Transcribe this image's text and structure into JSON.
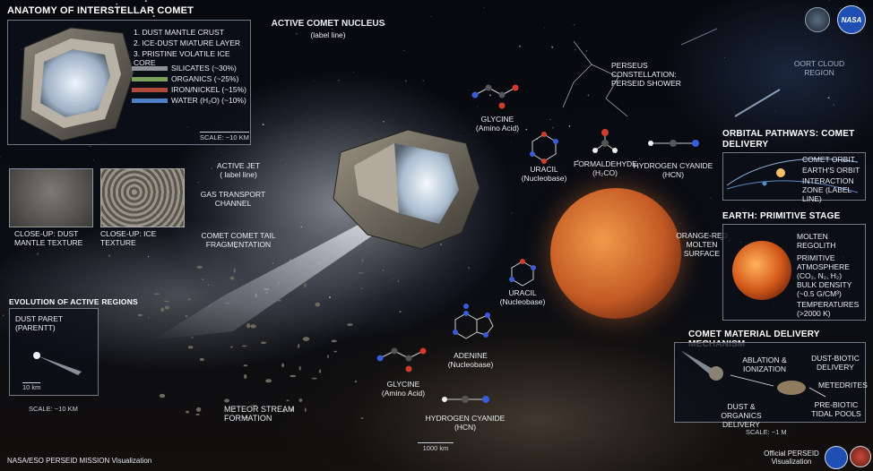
{
  "title": "ANATOMY OF INTERSTELLAR COMET",
  "anatomy": {
    "layers": [
      "1. DUST MANTLE CRUST",
      "2. ICE-DUST MIATURE LAYER",
      "3. PRISTINE VOLATILE ICE CORE"
    ],
    "composition": [
      {
        "label": "SILICATES (~30%)",
        "color": "#8f9297",
        "fraction": 0.3
      },
      {
        "label": "ORGANICS (~25%)",
        "color": "#7aa05a",
        "fraction": 0.25
      },
      {
        "label": "IRON/NICKEL (~15%)",
        "color": "#b04a3a",
        "fraction": 0.15
      },
      {
        "label": "WATER (H₂O) (~10%)",
        "color": "#4f7fc4",
        "fraction": 0.1
      }
    ],
    "scale": "SCALE: ~10 KM",
    "closeup_dust": "CLOSE-UP: DUST MANTLE TEXTURE",
    "closeup_ice": "CLOSE-UP: ICE TEXTURE"
  },
  "nucleus": {
    "title": "ACTIVE COMET NUCLEUS",
    "subtitle": "(label line)",
    "active_jet": "ACTIVE JET",
    "active_jet_sub": "( label line)",
    "gas_transport": "GAS TRANSPORT CHANNEL",
    "tail_fragmentation": "COMET COMET TAIL FRAGMENTATION",
    "meteor_stream": "METEOR STREAM FORMATION"
  },
  "evolution": {
    "title": "EVOLUTION OF ACTIVE REGIONS",
    "dust_parent": "DUST PARET (PARENTT)",
    "inner_scale": "10 km",
    "scale": "SCALE: ~10 KM"
  },
  "molecules": [
    {
      "name": "GLYCINE",
      "sub": "(Amino Acid)",
      "key": "glycine1"
    },
    {
      "name": "URACIL",
      "sub": "(Nucleobase)",
      "key": "uracil1"
    },
    {
      "name": "FORMALDEHYDE",
      "sub": "(H₂CO)",
      "key": "formaldehyde"
    },
    {
      "name": "HYDROGEN CYANIDE",
      "sub": "(HCN)",
      "key": "hcn1"
    },
    {
      "name": "URACIL",
      "sub": "(Nucleobase)",
      "key": "uracil2"
    },
    {
      "name": "ADENINE",
      "sub": "(Nucleobase)",
      "key": "adenine"
    },
    {
      "name": "GLYCINE",
      "sub": "(Amino Acid)",
      "key": "glycine2"
    },
    {
      "name": "HYDROGEN CYANIDE",
      "sub": "(HCN)",
      "key": "hcn2"
    }
  ],
  "sky": {
    "perseus": "PERSEUS CONSTELLATION: PERSEID SHOWER",
    "oort": "OORT CLOUD REGION"
  },
  "planet": {
    "surface_label": "ORANGE-RED MOLTEN SURFACE",
    "scale_bar": "1000 km"
  },
  "orbital": {
    "title": "ORBITAL PATHWAYS: COMET DELIVERY",
    "comet_orbit": "COMET ORBIT",
    "earth_orbit": "EARTH'S ORBIT",
    "interaction": "INTERACTION ZONE (label line)"
  },
  "earth": {
    "title": "EARTH: PRIMITIVE STAGE",
    "molten": "MOLTEN REGOLITH",
    "atmosphere": "PRIMITIVE ATMOSPHERE (CO₂, N₂, H₂)",
    "density": "BULK DENSITY (~0.5 g/cm³)",
    "temperature": "TEMPERATURES (>2000 K)"
  },
  "delivery": {
    "title": "COMET MATERIAL DELIVERY MECHANISM",
    "ablation": "ABLATION & IONIZATION",
    "dust_biotic": "DUST-BIOTIC DELIVERY",
    "metedrites": "METEDRITES",
    "dust_organics": "DUST & ORGANICS DELIVERY",
    "tidal_pools": "PRE-BIOTIC TIDAL POOLS",
    "scale": "SCALE: ~1 M"
  },
  "footer": {
    "left": "NASA/ESO PERSEID MISSION Visualization",
    "right": "Official PERSEID Visualization"
  },
  "logos": {
    "nasa": "NASA"
  }
}
